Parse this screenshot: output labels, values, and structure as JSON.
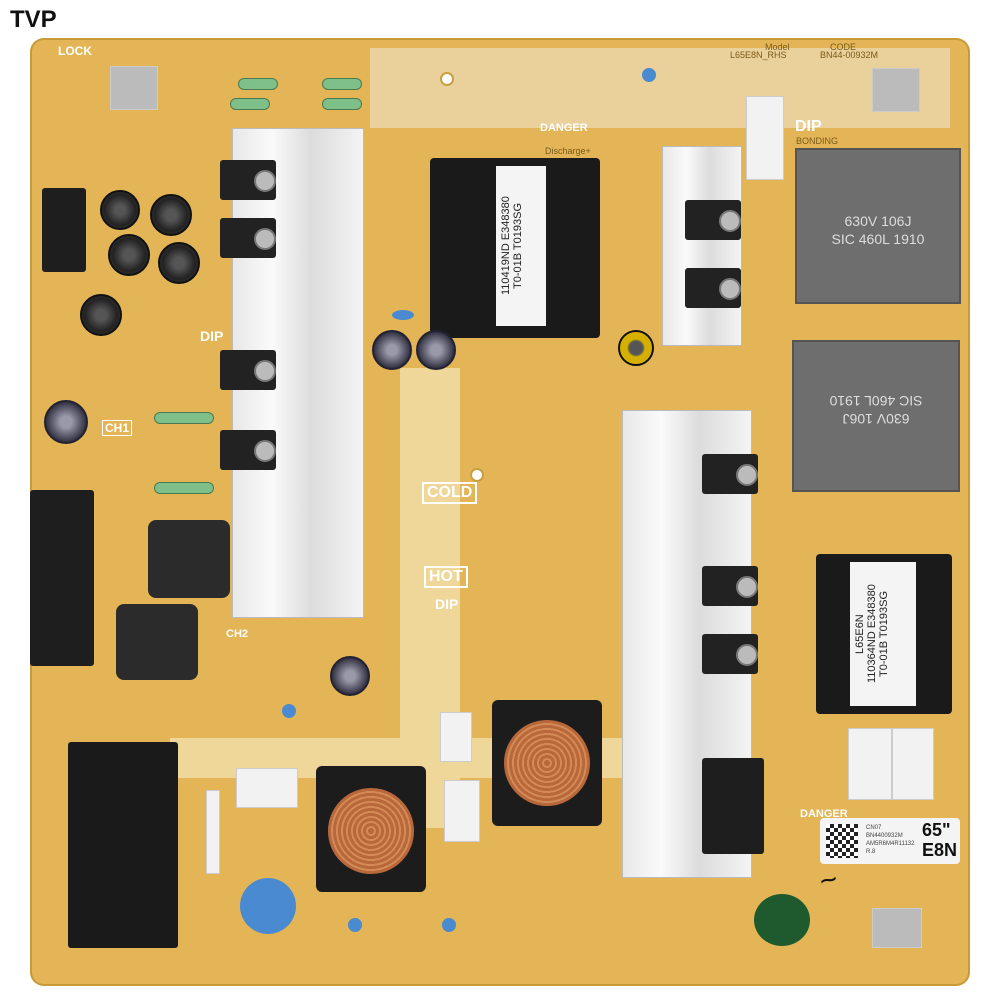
{
  "watermark": "TVP",
  "silkscreen": {
    "lock": "LOCK",
    "danger": "DANGER",
    "cold": "COLD",
    "hot": "HOT",
    "dip": "DIP",
    "ch1": "CH1",
    "ch2": "CH2",
    "model_hdr": "Model",
    "code_hdr": "CODE",
    "model": "L65E8N_RHS",
    "code": "BN44-00932M",
    "discharge": "Discharge+",
    "bonding": "BONDING"
  },
  "transformer_main": {
    "line1": "110419ND E348380",
    "line2": "T0-01B T0193SG"
  },
  "transformer_right": {
    "line0": "L65E6N",
    "line1": "110364ND E348380",
    "line2": "T0-01B T0193SG"
  },
  "box_cap_top": {
    "line1": "630V 106J",
    "line2": "SIC 460L 1910"
  },
  "box_cap_bottom": {
    "line1": "630V 106J",
    "line2": "SIC 460L 1910"
  },
  "label": {
    "l1": "CN07",
    "l2": "BN4400932M",
    "l3": "AM5R6M4R11132",
    "l4": "R.8",
    "size": "65\"",
    "model": "E8N"
  }
}
